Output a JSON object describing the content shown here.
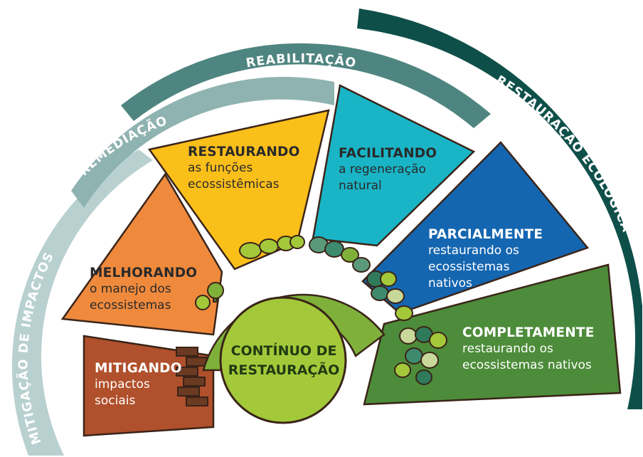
{
  "center": {
    "line1": "CONTÍNUO DE",
    "line2": "RESTAURAÇÃO"
  },
  "arcs": {
    "mitigacao": "MITIGAÇÃO DE IMPACTOS",
    "remediacao": "REMEDIAÇÃO",
    "reabilitacao": "REABILITAÇÃO",
    "restauracao_ecologica": "RESTAURAÇÃO ECOLÓGICA"
  },
  "segments": {
    "mitigando": {
      "title": "MITIGANDO",
      "line1": "impactos",
      "line2": "sociais"
    },
    "melhorando": {
      "title": "MELHORANDO",
      "line1": "o manejo dos",
      "line2": "ecossistemas"
    },
    "restaurando": {
      "title": "RESTAURANDO",
      "line1": "as funções",
      "line2": "ecossistêmicas"
    },
    "facilitando": {
      "title": "FACILITANDO",
      "line1": "a regeneração",
      "line2": "natural"
    },
    "parcialmente": {
      "title": "PARCIALMENTE",
      "line1": "restaurando os",
      "line2": "ecossistemas",
      "line3": "nativos"
    },
    "completamente": {
      "title": "COMPLETAMENTE",
      "line1": "restaurando os",
      "line2": "ecossistemas nativos"
    }
  },
  "colors": {
    "mitigando": "#b0502c",
    "melhorando": "#ef8a3d",
    "restaurando": "#fbbf1a",
    "facilitando": "#19b5c7",
    "parcialmente": "#1566b0",
    "completamente": "#4d8c3a",
    "center": "#a3c93a",
    "arc_mitigacao": "#b9d0d0",
    "arc_remediacao": "#8fb3b0",
    "arc_reabilitacao": "#4f8580",
    "arc_restauracao": "#0f4f4a"
  }
}
